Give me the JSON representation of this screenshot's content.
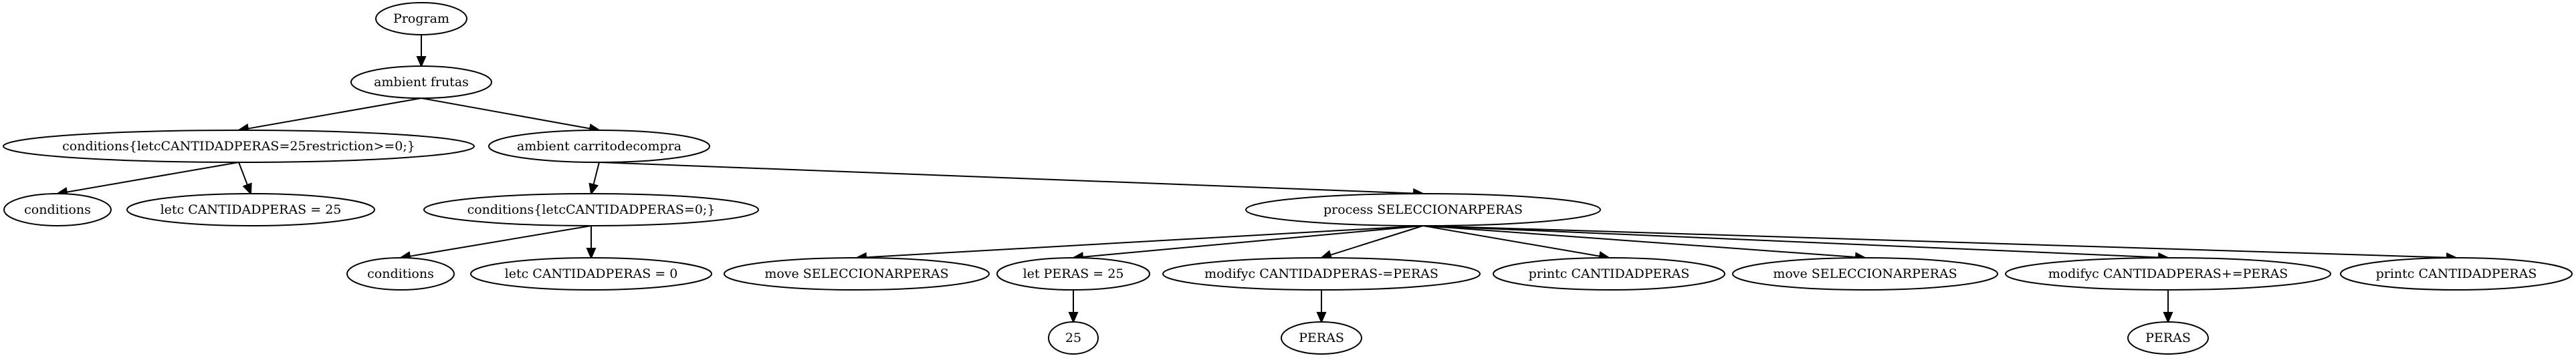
{
  "diagram": {
    "type": "tree",
    "nodes": [
      {
        "id": "program",
        "label": "Program"
      },
      {
        "id": "ambient_frutas",
        "label": "ambient frutas"
      },
      {
        "id": "conditions_1",
        "label": "conditions{letcCANTIDADPERAS=25restriction>=0;}"
      },
      {
        "id": "ambient_carrito",
        "label": "ambient carritodecompra"
      },
      {
        "id": "conditions_leaf_1",
        "label": "conditions"
      },
      {
        "id": "letc_25",
        "label": "letc CANTIDADPERAS = 25"
      },
      {
        "id": "conditions_2",
        "label": "conditions{letcCANTIDADPERAS=0;}"
      },
      {
        "id": "process",
        "label": "process SELECCIONARPERAS"
      },
      {
        "id": "conditions_leaf_2",
        "label": "conditions"
      },
      {
        "id": "letc_0",
        "label": "letc CANTIDADPERAS = 0"
      },
      {
        "id": "move_1",
        "label": "move SELECCIONARPERAS"
      },
      {
        "id": "let_peras",
        "label": "let PERAS = 25"
      },
      {
        "id": "modify_minus",
        "label": "modifyc CANTIDADPERAS-=PERAS"
      },
      {
        "id": "printc_1",
        "label": "printc CANTIDADPERAS"
      },
      {
        "id": "move_2",
        "label": "move SELECCIONARPERAS"
      },
      {
        "id": "modify_plus",
        "label": "modifyc CANTIDADPERAS+=PERAS"
      },
      {
        "id": "printc_2",
        "label": "printc CANTIDADPERAS"
      },
      {
        "id": "val_25",
        "label": "25"
      },
      {
        "id": "peras_1",
        "label": "PERAS"
      },
      {
        "id": "peras_2",
        "label": "PERAS"
      }
    ],
    "edges": [
      {
        "from": "program",
        "to": "ambient_frutas"
      },
      {
        "from": "ambient_frutas",
        "to": "conditions_1"
      },
      {
        "from": "ambient_frutas",
        "to": "ambient_carrito"
      },
      {
        "from": "conditions_1",
        "to": "conditions_leaf_1"
      },
      {
        "from": "conditions_1",
        "to": "letc_25"
      },
      {
        "from": "ambient_carrito",
        "to": "conditions_2"
      },
      {
        "from": "ambient_carrito",
        "to": "process"
      },
      {
        "from": "conditions_2",
        "to": "conditions_leaf_2"
      },
      {
        "from": "conditions_2",
        "to": "letc_0"
      },
      {
        "from": "process",
        "to": "move_1"
      },
      {
        "from": "process",
        "to": "let_peras"
      },
      {
        "from": "process",
        "to": "modify_minus"
      },
      {
        "from": "process",
        "to": "printc_1"
      },
      {
        "from": "process",
        "to": "move_2"
      },
      {
        "from": "process",
        "to": "modify_plus"
      },
      {
        "from": "process",
        "to": "printc_2"
      },
      {
        "from": "let_peras",
        "to": "val_25"
      },
      {
        "from": "modify_minus",
        "to": "peras_1"
      },
      {
        "from": "modify_plus",
        "to": "peras_2"
      }
    ]
  }
}
